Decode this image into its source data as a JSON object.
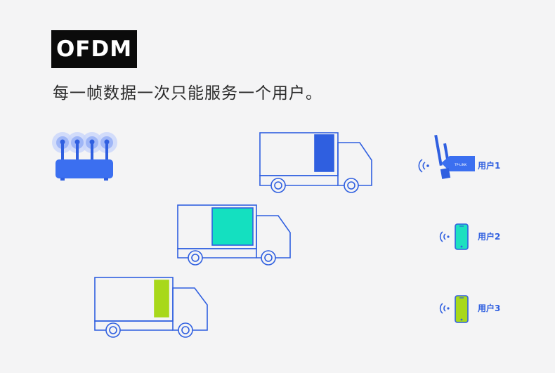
{
  "title": "OFDM",
  "subtitle": "每一帧数据一次只能服务一个用户。",
  "router_card_text": "TP-LINK",
  "users": [
    {
      "label": "用户1",
      "device": "pcie-wifi-card",
      "color": "#2f5fe0"
    },
    {
      "label": "用户2",
      "device": "phone",
      "color": "#1de0c0"
    },
    {
      "label": "用户3",
      "device": "phone",
      "color": "#a8d81a"
    }
  ],
  "trucks": [
    {
      "cargo_color": "#2f5fe0"
    },
    {
      "cargo_color": "#14e0c0"
    },
    {
      "cargo_color": "#a8d81a"
    }
  ],
  "colors": {
    "outline": "#2f5fe0",
    "router": "#3b6ff0",
    "signal_halo": "#c9d6fb"
  }
}
